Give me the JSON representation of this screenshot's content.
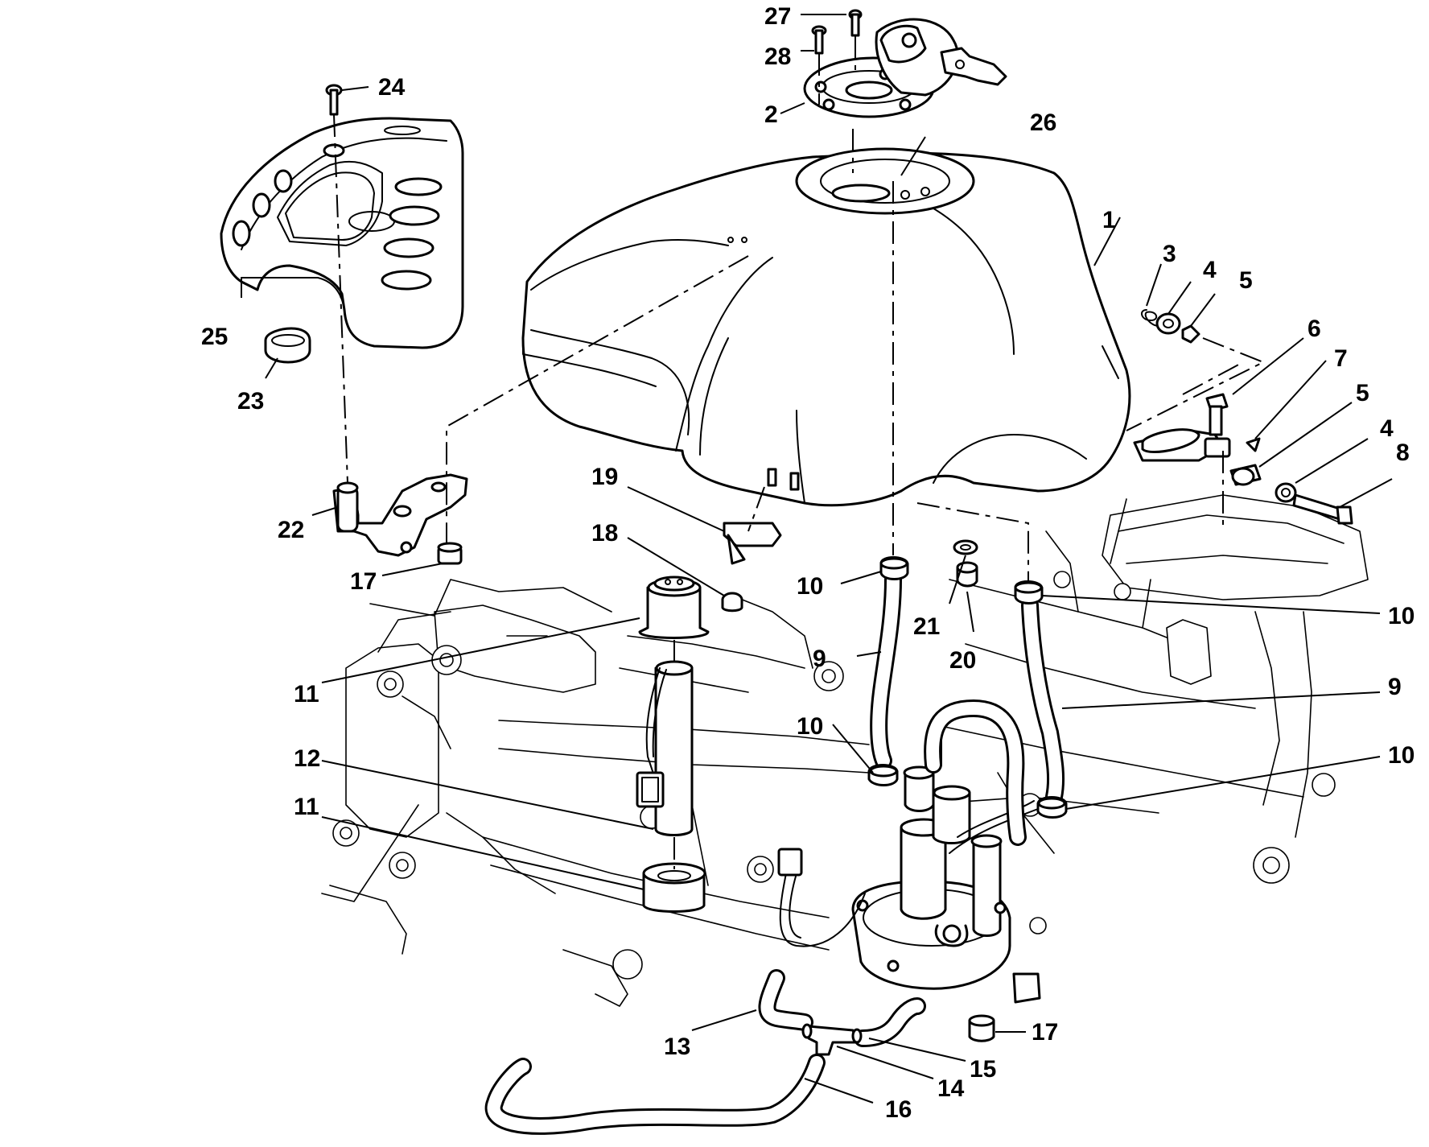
{
  "diagram": {
    "callouts": [
      {
        "id": "c27",
        "label": "27"
      },
      {
        "id": "c28",
        "label": "28"
      },
      {
        "id": "c2",
        "label": "2"
      },
      {
        "id": "c24",
        "label": "24"
      },
      {
        "id": "c26",
        "label": "26"
      },
      {
        "id": "c1",
        "label": "1"
      },
      {
        "id": "c3",
        "label": "3"
      },
      {
        "id": "c4a",
        "label": "4"
      },
      {
        "id": "c5a",
        "label": "5"
      },
      {
        "id": "c6",
        "label": "6"
      },
      {
        "id": "c7",
        "label": "7"
      },
      {
        "id": "c5b",
        "label": "5"
      },
      {
        "id": "c4b",
        "label": "4"
      },
      {
        "id": "c8",
        "label": "8"
      },
      {
        "id": "c25",
        "label": "25"
      },
      {
        "id": "c23",
        "label": "23"
      },
      {
        "id": "c22",
        "label": "22"
      },
      {
        "id": "c17a",
        "label": "17"
      },
      {
        "id": "c19",
        "label": "19"
      },
      {
        "id": "c18",
        "label": "18"
      },
      {
        "id": "c10a",
        "label": "10"
      },
      {
        "id": "c21",
        "label": "21"
      },
      {
        "id": "c20",
        "label": "20"
      },
      {
        "id": "c10b",
        "label": "10"
      },
      {
        "id": "c9a",
        "label": "9"
      },
      {
        "id": "c9b",
        "label": "9"
      },
      {
        "id": "c11a",
        "label": "11"
      },
      {
        "id": "c10c",
        "label": "10"
      },
      {
        "id": "c10d",
        "label": "10"
      },
      {
        "id": "c12",
        "label": "12"
      },
      {
        "id": "c11b",
        "label": "11"
      },
      {
        "id": "c13",
        "label": "13"
      },
      {
        "id": "c14",
        "label": "14"
      },
      {
        "id": "c15",
        "label": "15"
      },
      {
        "id": "c16",
        "label": "16"
      },
      {
        "id": "c17b",
        "label": "17"
      }
    ]
  }
}
